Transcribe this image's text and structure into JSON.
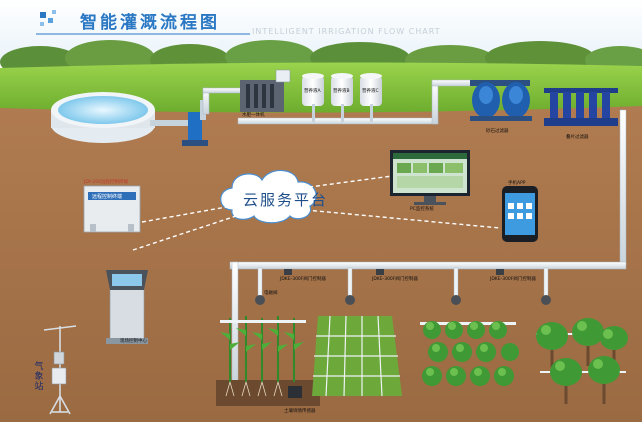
{
  "header": {
    "title": "智能灌溉流程图",
    "subtitle": "INTELLIGENT IRRIGATION FLOW CHART"
  },
  "cloud": {
    "label": "云服务平台"
  },
  "labels": {
    "fert_system": "水肥一体机",
    "tank_1": "营养液A",
    "tank_2": "营养液B",
    "tank_3": "营养液C",
    "filter_sand": "砂石过滤器",
    "filter_disc": "叠片过滤器",
    "controller_box_title": "JDY-200远程控制终端",
    "controller_box_face": "远程控制终端",
    "pc_label": "PC监控系统",
    "phone_label": "手机APP",
    "kiosk_label": "现场控制中心",
    "valve_a": "JDKE-300F阀门控制器",
    "valve_b": "JDKE-300F阀门控制器",
    "valve_c": "JDKE-300F阀门控制器",
    "solenoid": "电磁阀",
    "soil_sensor": "土壤墒情传感器",
    "weather": "气象站"
  },
  "colors": {
    "title_blue": "#2a78c4",
    "soil": "#a8764d",
    "pipe": "#eef3f6",
    "grass": "#7fbf3a"
  }
}
